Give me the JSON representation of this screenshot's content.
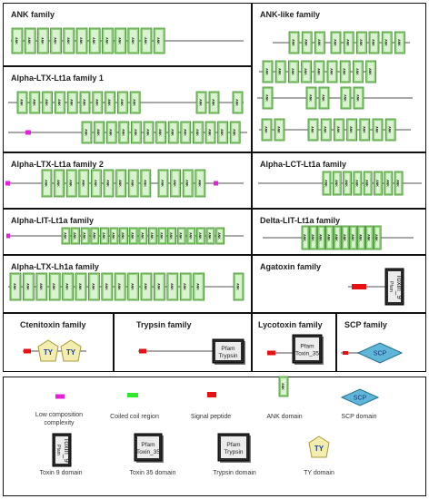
{
  "families": {
    "ank": "ANK family",
    "ank_like": "ANK-like family",
    "alpha_ltx_1": "Alpha-LTX-Lt1a family 1",
    "alpha_ltx_2": "Alpha-LTX-Lt1a family 2",
    "alpha_lct": "Alpha-LCT-Lt1a family",
    "alpha_lit": "Alpha-LIT-Lt1a family",
    "delta_lit": "Delta-LIT-Lt1a family",
    "alpha_ltx_lh1a": "Alpha-LTX-Lh1a family",
    "agatoxin": "Agatoxin family",
    "ctenitoxin": "Ctenitoxin family",
    "trypsin": "Trypsin family",
    "lycotoxin": "Lycotoxin family",
    "scp": "SCP family"
  },
  "domain_text": {
    "ank": "ANK",
    "ty": "TY",
    "scp": "SCP",
    "pfam": "Pfam",
    "trypsin": "Trypsin",
    "toxin9": "Toxin_9",
    "toxin35": "Toxin_35"
  },
  "legend": {
    "low_complexity": "Low composition complexity",
    "coiled_coil": "Coiled coil region",
    "signal_peptide": "Signal peptide",
    "ank_domain": "ANK domain",
    "scp_domain": "SCP domain",
    "toxin9_domain": "Toxin 9 domain",
    "toxin35_domain": "Toxin 35 domain",
    "trypsin_domain": "Trypsin domain",
    "ty_domain": "TY domain"
  },
  "colors": {
    "ank_fill": "#8fd07a",
    "ank_light": "#d9f2cf",
    "ank_stroke": "#3f8e2e",
    "backbone": "#a8a8a8",
    "low_complexity": "#e61fd8",
    "coiled_coil": "#2ee82e",
    "signal_peptide": "#e81010",
    "ty_fill": "#f3edb0",
    "ty_stroke": "#a89a3a",
    "scp_fill": "#5fb6d8",
    "scp_stroke": "#1f6f8f"
  }
}
